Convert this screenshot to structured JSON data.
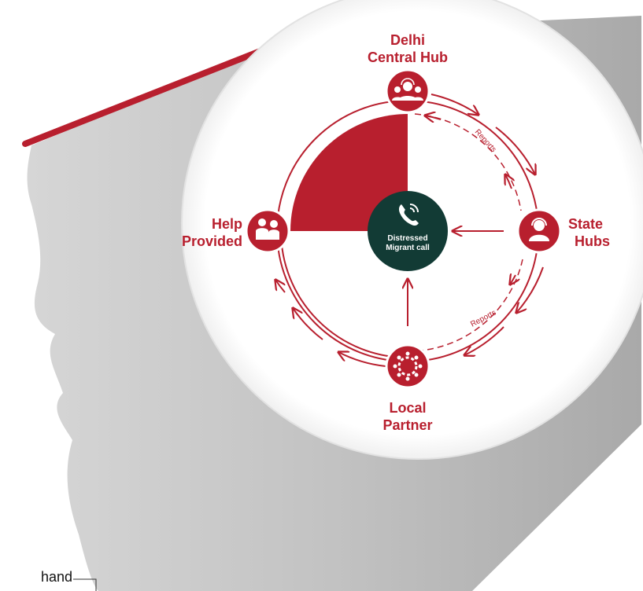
{
  "colors": {
    "accent": "#b81f2e",
    "center_fill": "#123b35",
    "shadow": "#bdbdbd",
    "circle_bg": "#ffffff"
  },
  "nodes": {
    "top": {
      "line1": "Delhi",
      "line2": "Central Hub",
      "icon": "group-headset-icon"
    },
    "right": {
      "line1": "State",
      "line2": "Hubs",
      "icon": "headset-agent-icon"
    },
    "bottom": {
      "line1": "Local",
      "line2": "Partner",
      "icon": "partner-circle-icon"
    },
    "left": {
      "line1": "Help",
      "line2": "Provided",
      "icon": "people-embrace-icon"
    }
  },
  "center": {
    "line1": "Distressed",
    "line2": "Migrant call",
    "icon": "phone-call-icon"
  },
  "reports_top": "Reports",
  "reports_bottom": "Reports",
  "corner_text": "hand"
}
